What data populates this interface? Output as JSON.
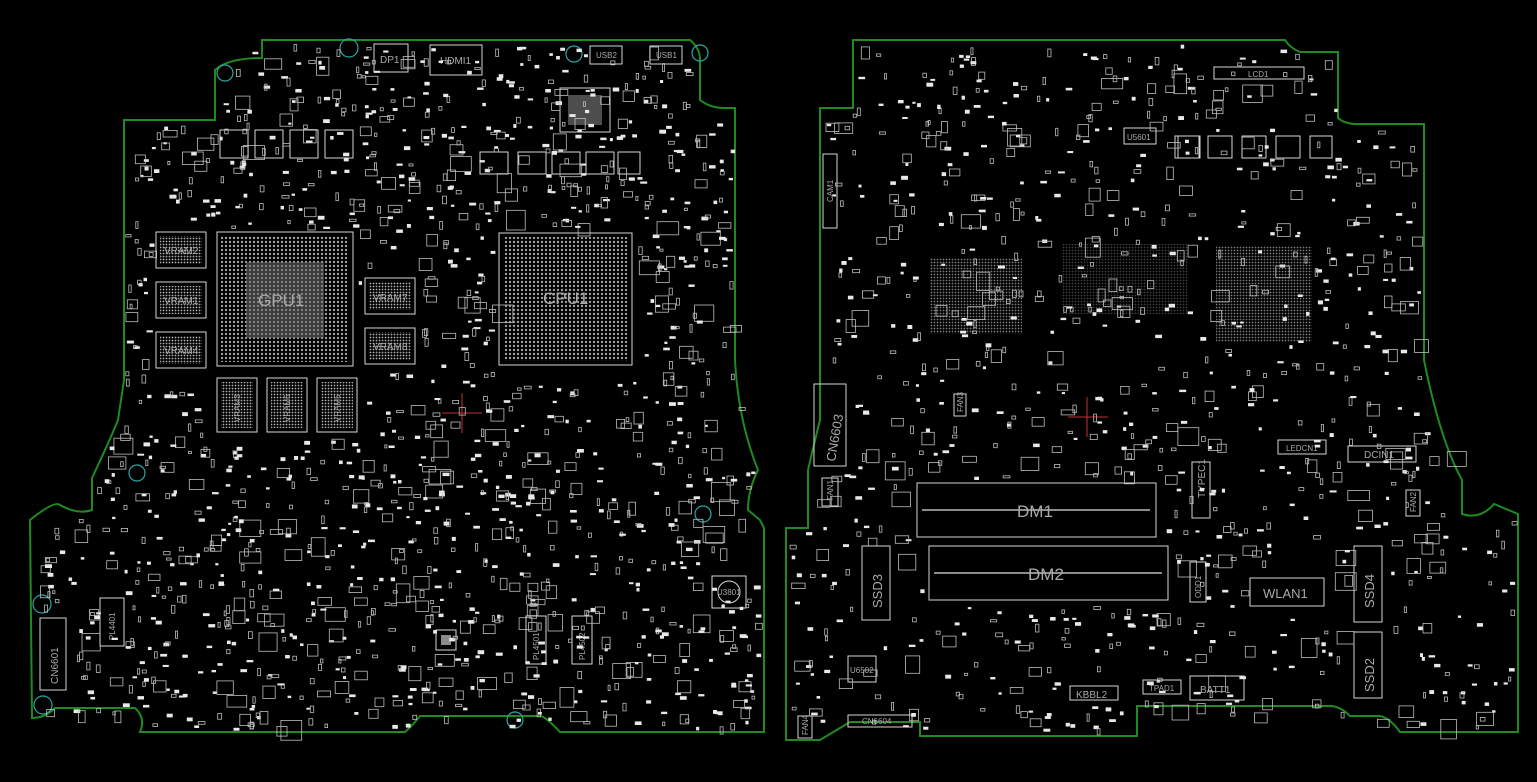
{
  "colors": {
    "background": "#000000",
    "board_outline": "#1f8a1f",
    "component": "#d6d6d6",
    "label": "#a9a9a9",
    "via": "#2aa6a6",
    "origin_marker": "#c03030"
  },
  "left_board": {
    "labels": {
      "gpu": "GPU1",
      "cpu": "CPU1",
      "vram1": "VRAM1",
      "vram2": "VRAM2",
      "vram4": "VRAM4",
      "vram7": "VRAM7",
      "vram8": "VRAM8",
      "vram3": "VRAM3",
      "vram5": "VRAM6",
      "vram6": "VRAM5",
      "dp": "DP1",
      "hdmi": "HDMI1",
      "usb2": "USB2",
      "usb1": "USB1",
      "cn6601": "CN6601",
      "pl4401": "PL4401",
      "pl4501": "PL4501",
      "pl4502": "PL4502",
      "u3801": "U3801"
    }
  },
  "right_board": {
    "labels": {
      "lcd": "LCD1",
      "u5601": "U5601",
      "cam": "CAM1",
      "cn6603": "CN6603",
      "fan3": "FAN3",
      "fan1": "FAN1",
      "dm1": "DM1",
      "dm2": "DM2",
      "ssd3": "SSD3",
      "ssd4": "SSD4",
      "ssd2": "SSD2",
      "wlan": "WLAN1",
      "ledcn": "LEDCN1",
      "dcin": "DCIN1",
      "fan2": "FAN2",
      "typec": "TYPEC1",
      "u6502": "U6502",
      "cn6604": "CN6604",
      "kbbl": "KBBL2",
      "tpad": "TPAD1",
      "batt": "BATT1",
      "fan4": "FAN4",
      "odd": "ODD1"
    }
  }
}
